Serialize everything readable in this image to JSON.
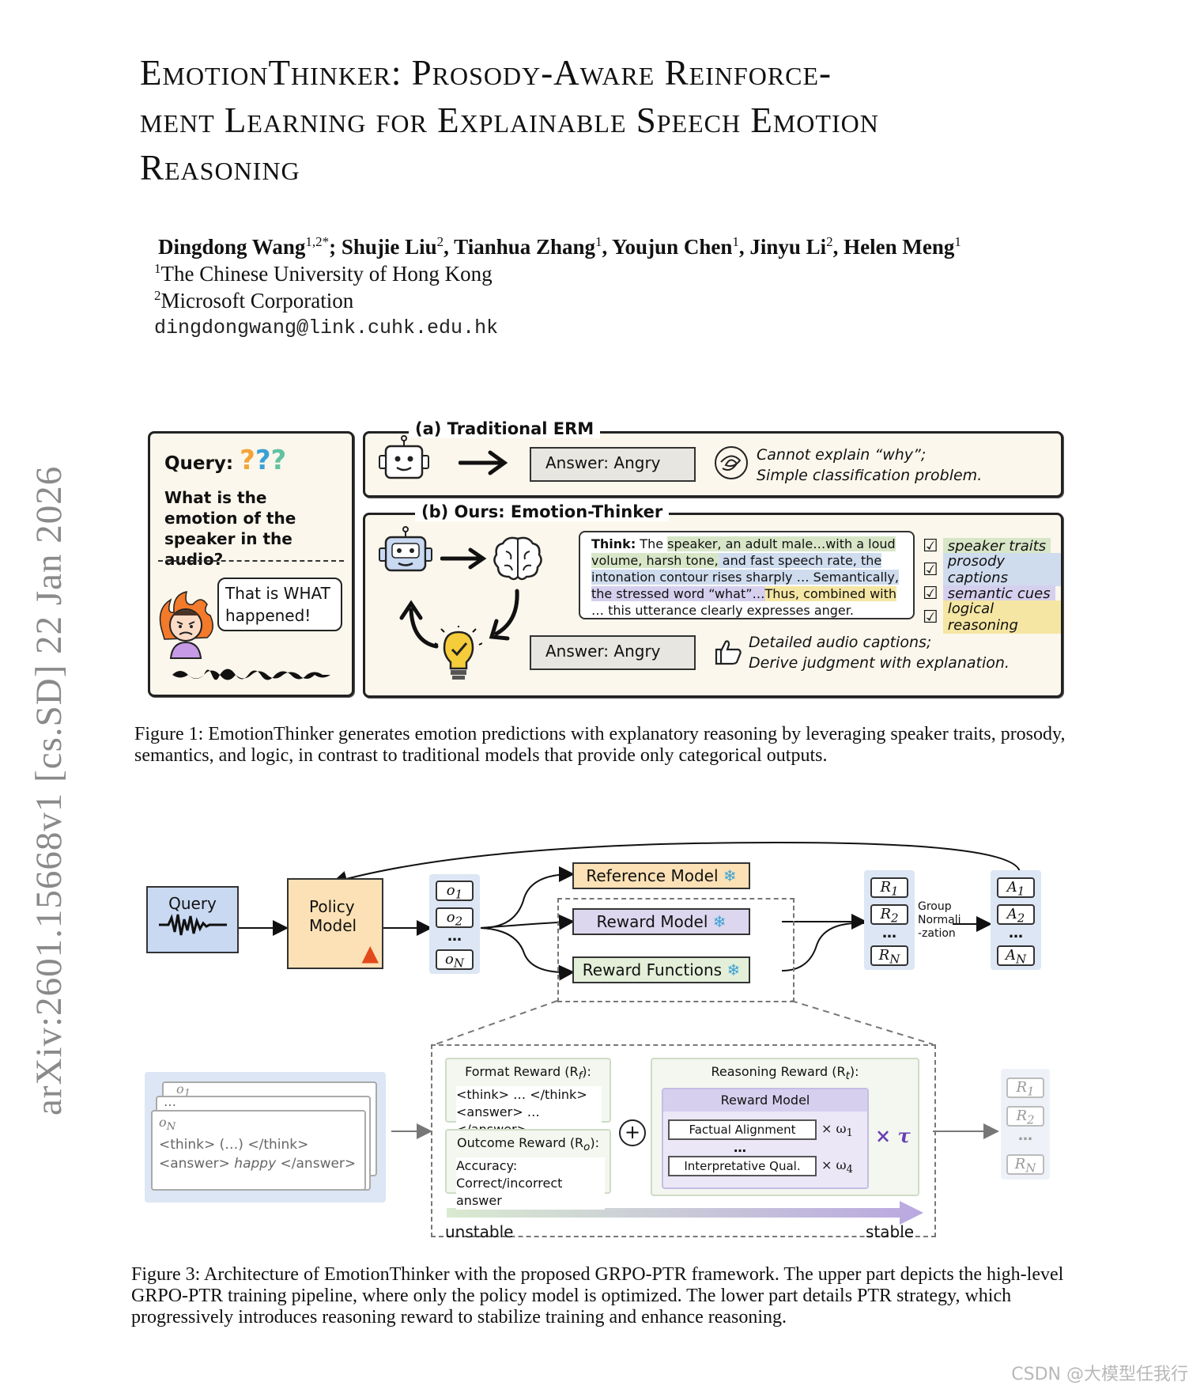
{
  "side_stamp": "arXiv:2601.15668v1  [cs.SD]  22 Jan 2026",
  "title": {
    "line1": "EmotionThinker:   Prosody-Aware  Reinforce-",
    "line2": "ment Learning for Explainable Speech Emotion",
    "line3": "Reasoning"
  },
  "authors": [
    {
      "name": "Dingdong Wang",
      "sup": "1,2*"
    },
    {
      "name": "Shujie Liu",
      "sup": "2"
    },
    {
      "name": "Tianhua Zhang",
      "sup": "1"
    },
    {
      "name": "Youjun Chen",
      "sup": "1"
    },
    {
      "name": "Jinyu Li",
      "sup": "2"
    },
    {
      "name": "Helen Meng",
      "sup": "1"
    }
  ],
  "affiliations": [
    {
      "sup": "1",
      "name": "The Chinese University of Hong Kong"
    },
    {
      "sup": "2",
      "name": "Microsoft Corporation"
    }
  ],
  "email": "dingdongwang@link.cuhk.edu.hk",
  "figure1": {
    "query_title": "Query:",
    "query_text": "What is the emotion of the speaker in the audio?",
    "speech_bubble": "That is WHAT happened!",
    "erm_label": "(a) Traditional ERM",
    "erm_answer": "Answer: Angry",
    "erm_note_line1": "Cannot explain “why”;",
    "erm_note_line2": "Simple classification problem.",
    "ours_label": "(b) Ours: Emotion-Thinker",
    "think_prefix": "Think:",
    "think_seg1": " The ",
    "think_seg2": "speaker, an adult male…with a loud volume, harsh tone,",
    "think_seg3": " and fast speech rate, the intonation contour rises sharply … Semantically,",
    "think_seg4": " the stressed word “what”…",
    "think_seg5": "Thus, combined with",
    "think_seg6": " … this utterance clearly expresses anger.",
    "checks": [
      "speaker traits",
      "prosody captions",
      "semantic cues",
      "logical reasoning"
    ],
    "ours_answer": "Answer: Angry",
    "ours_note_line1": "Detailed audio captions;",
    "ours_note_line2": "Derive judgment with explanation.",
    "caption_label": "Figure 1:",
    "caption_text": "EmotionThinker generates emotion predictions with explanatory reasoning by leveraging speaker traits, prosody, semantics, and logic, in contrast to traditional models that provide only categorical outputs."
  },
  "figure3": {
    "query": "Query",
    "policy_line1": "Policy",
    "policy_line2": "Model",
    "outputs": [
      "o",
      "o",
      "…",
      "o"
    ],
    "output_subs": [
      "1",
      "2",
      "",
      "N"
    ],
    "reference_model": "Reference Model",
    "reward_model": "Reward Model",
    "reward_functions": "Reward Functions",
    "rewards": [
      "R",
      "R",
      "…",
      "R"
    ],
    "reward_subs": [
      "1",
      "2",
      "",
      "N"
    ],
    "group_norm_line1": "Group",
    "group_norm_line2": "Normali",
    "group_norm_line3": "-zation",
    "advantages": [
      "A",
      "A",
      "…",
      "A"
    ],
    "advantage_subs": [
      "1",
      "2",
      "",
      "N"
    ],
    "stack_o1": "o",
    "stack_o1_sub": "1",
    "stack_dots": "…",
    "stack_oN": "o",
    "stack_oN_sub": "N",
    "stack_think": "<think> (…) </think>",
    "stack_answer_open": "<answer>",
    "stack_answer_val": "happy",
    "stack_answer_close": "</answer>",
    "format_reward_title": "Format Reward (R",
    "format_reward_sub": "f",
    "format_line1": "<think> … </think>",
    "format_line2": "<answer> … </answer>",
    "outcome_reward_title": "Outcome Reward (R",
    "outcome_reward_sub": "o",
    "outcome_line1": "Accuracy:",
    "outcome_line2": "Correct/incorrect answer",
    "plus": "+",
    "reasoning_reward_title": "Reasoning Reward (R",
    "reasoning_reward_sub": "t",
    "inner_reward_model": "Reward Model",
    "factual_alignment": "Factual Alignment",
    "omega1": "× ω",
    "omega1_sub": "1",
    "mid_dots": "…",
    "interpretive": "Interpretative Qual.",
    "omega4": "× ω",
    "omega4_sub": "4",
    "tau": "× τ",
    "unstable": "unstable",
    "stable": "stable",
    "final_rewards": [
      "R",
      "R",
      "…",
      "R"
    ],
    "final_reward_subs": [
      "1",
      "2",
      "",
      "N"
    ],
    "caption_label": "Figure 3:",
    "caption_text": "Architecture of EmotionThinker with the proposed GRPO-PTR framework. The upper part depicts the high-level GRPO-PTR training pipeline, where only the policy model is optimized. The lower part details PTR strategy, which progressively introduces reasoning reward to stabilize training and enhance reasoning."
  },
  "watermark": "CSDN @大模型任我行",
  "colors": {
    "query_blue": "#c9d9f2",
    "policy_orange": "#fbe1b5",
    "reference_orange": "#fbe1b5",
    "reward_purple": "#dcd7ee",
    "reward_green": "#e3efd8",
    "output_col": "#dde6f4",
    "tau_purple": "#6a3fb5"
  }
}
